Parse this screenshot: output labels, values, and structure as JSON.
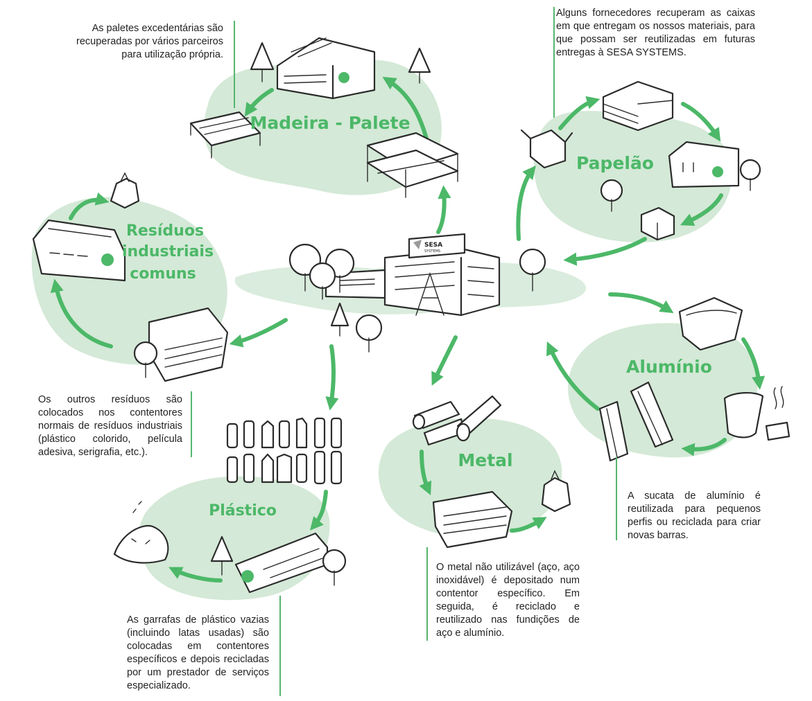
{
  "accent_color": "#4cb868",
  "blob_color": "#d4e9d7",
  "hub": {
    "logo_text": "SESA",
    "logo_sub": "SYSTEMS"
  },
  "cycles": {
    "madeira": {
      "title": "Madeira - Palete"
    },
    "papelao": {
      "title": "Papelão"
    },
    "residuos": {
      "title_lines": [
        "Resíduos",
        "industriais",
        "comuns"
      ]
    },
    "aluminio": {
      "title": "Alumínio"
    },
    "metal": {
      "title": "Metal"
    },
    "plastico": {
      "title": "Plástico"
    }
  },
  "notes": {
    "madeira": "As paletes excedentárias são recuperadas por vários parceiros para utilização própria.",
    "papelao": "Alguns fornecedores recuperam as caixas em que entregam os nossos materiais, para que possam ser reutilizadas em futuras entregas à SESA SYSTEMS.",
    "residuos": "Os outros resíduos são colocados nos contentores normais de resíduos industriais (plástico colorido, película adesiva, serigrafia, etc.).",
    "aluminio": "A sucata de alumínio é reutilizada para pequenos perfis ou reciclada para criar novas barras.",
    "metal": "O metal não utilizável (aço, aço inoxidável) é depositado num contentor específico. Em seguida, é reciclado e reutilizado nas fundições de aço e alumínio.",
    "plastico": "As garrafas de plástico vazias (incluindo latas usadas) são colocadas em contentores específicos e depois recicladas por um prestador de serviços especializado."
  }
}
